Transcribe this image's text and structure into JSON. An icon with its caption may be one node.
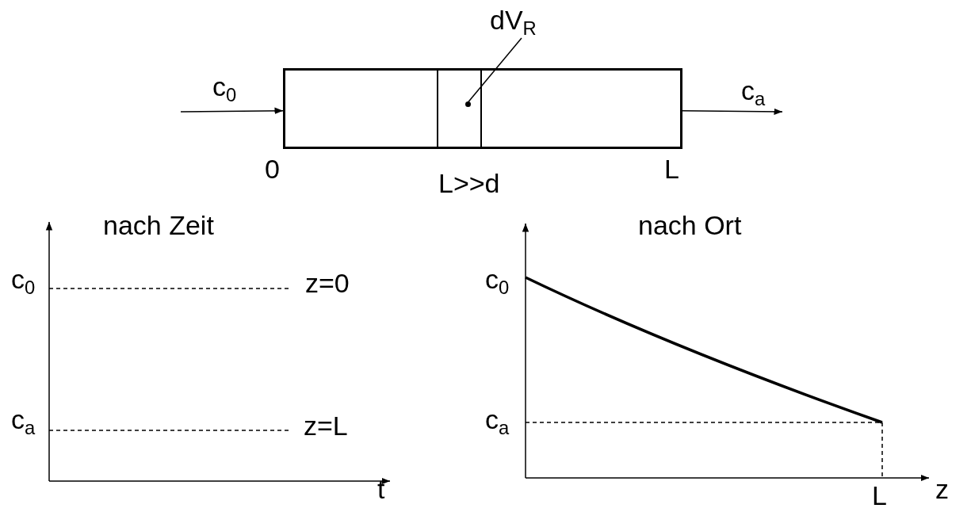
{
  "diagram": {
    "nodes": [
      {
        "text": [],
        "shape": "box"
      },
      {
        "text": [
          "dV$_{R}$"
        ]
      },
      {
        "text": [],
        "shape": "box",
        "in": 0
      },
      {
        "text": [],
        "shape": "circle",
        "in": 2
      }
    ],
    "edges": [
      {
        "from": null,
        "to": 0,
        "arrow": "to",
        "label": "c$_{0}$"
      },
      {
        "from": 0,
        "to": null,
        "arrow": "to",
        "label": "c$_{a}$"
      },
      {
        "from": 1,
        "to": 3,
        "arrow": "none"
      }
    ],
    "labels": [
      "0",
      "L>>d",
      "L",
      "nach Zeit",
      "c$_{0}$",
      "z=0",
      "nach Ort",
      "c$_{0}$",
      "c$_{a}$",
      "z=L",
      "c$_{a}$",
      "t",
      "z",
      "L"
    ]
  }
}
